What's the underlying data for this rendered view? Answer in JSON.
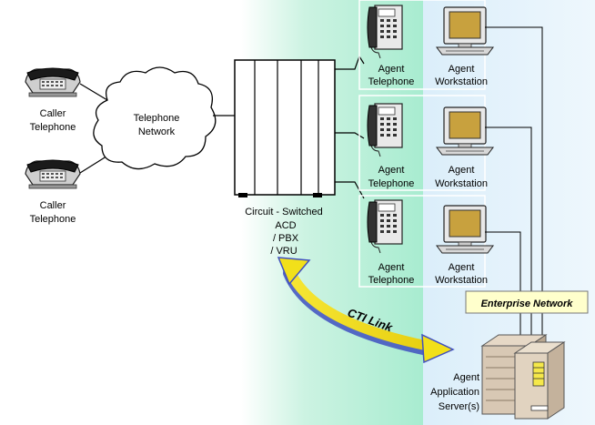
{
  "callers": [
    {
      "line1": "Caller",
      "line2": "Telephone"
    },
    {
      "line1": "Caller",
      "line2": "Telephone"
    }
  ],
  "network": {
    "line1": "Telephone",
    "line2": "Network"
  },
  "acd": {
    "line1": "Circuit - Switched",
    "line2": "ACD",
    "line3": "/ PBX",
    "line4": "/ VRU"
  },
  "agents": [
    {
      "phone1": "Agent",
      "phone2": "Telephone",
      "ws1": "Agent",
      "ws2": "Workstation"
    },
    {
      "phone1": "Agent",
      "phone2": "Telephone",
      "ws1": "Agent",
      "ws2": "Workstation"
    },
    {
      "phone1": "Agent",
      "phone2": "Telephone",
      "ws1": "Agent",
      "ws2": "Workstation"
    }
  ],
  "cti_link": "CTI Link",
  "enterprise_network": "Enterprise Network",
  "server": {
    "line1": "Agent",
    "line2": "Application",
    "line3": "Server(s)"
  },
  "colors": {
    "teal_zone": "#b9f0d6",
    "blue_zone": "#cfe6f6",
    "badge_fill": "#ffffcc",
    "arrow_yellow": "#f2e01a",
    "arrow_blue": "#5060c8",
    "monitor_screen": "#c8a13e"
  }
}
